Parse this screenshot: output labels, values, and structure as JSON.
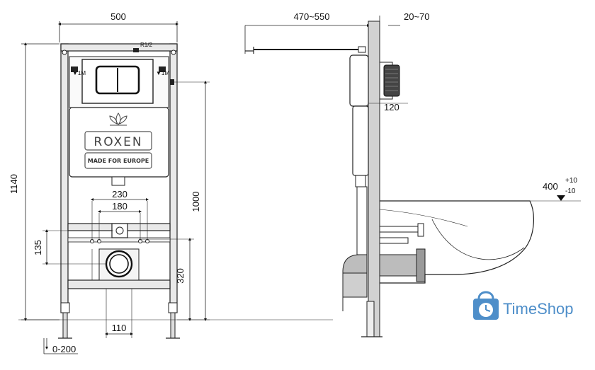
{
  "front_view": {
    "width_label": "500",
    "height_label": "1140",
    "mount_height_label": "1000",
    "inner_width_230_label": "230",
    "inner_width_180_label": "180",
    "pipe_offset_135_label": "135",
    "drain_height_label": "320",
    "bottom_width_label": "110",
    "foot_adjust_label": "0-200",
    "inlet_label": "R1/2",
    "brand_name": "ROXEN",
    "brand_tagline": "MADE FOR EUROPE",
    "side_mark_left": "▼1M",
    "side_mark_right": "▼1M"
  },
  "side_view": {
    "depth_label": "470~550",
    "wall_label": "20~70",
    "flange_label": "120",
    "seat_height_label": "400",
    "seat_height_plus": "+10",
    "seat_height_minus": "-10"
  },
  "watermark": {
    "text": "TimeShop",
    "color": "#3b82c4"
  }
}
